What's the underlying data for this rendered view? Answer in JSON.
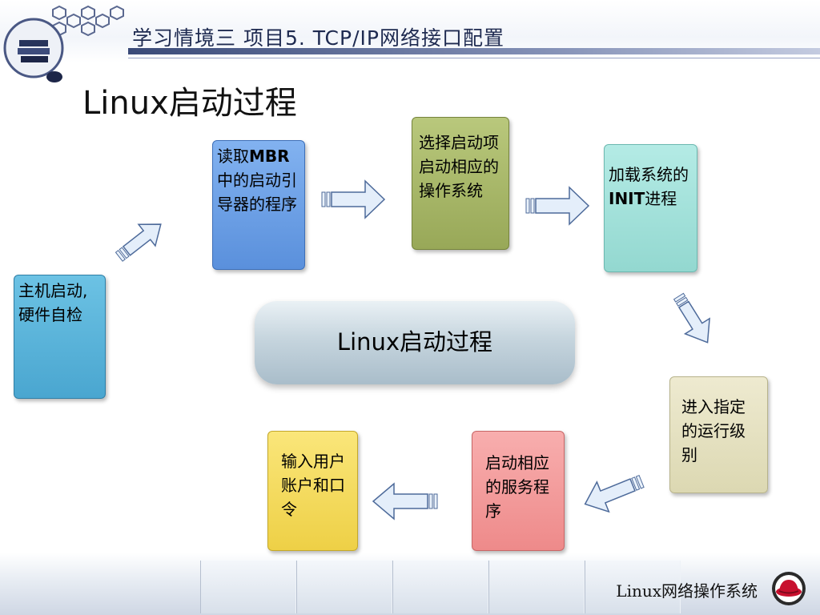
{
  "header": {
    "title": "学习情境三 项目5. TCP/IP网络接口配置"
  },
  "slide": {
    "title": "Linux启动过程"
  },
  "footer": {
    "text": "Linux网络操作系统"
  },
  "colors": {
    "blue": "#5ab2d8",
    "indigo": "#6aa0e6",
    "olive": "#aab86c",
    "teal": "#a8e2dc",
    "beige": "#e6e2c2",
    "pink": "#f49a9a",
    "yellow": "#f6dc5c"
  },
  "diagram": {
    "center": {
      "text": "Linux启动过程"
    },
    "steps": [
      {
        "pre": "主机启动,硬件自检",
        "bold": "",
        "post": ""
      },
      {
        "pre": "读取",
        "bold": "MBR",
        "post": "中的启动引导器的程序"
      },
      {
        "pre": "选择启动项启动相应的操作系统",
        "bold": "",
        "post": ""
      },
      {
        "pre": "加载系统的",
        "bold": "INIT",
        "post": "进程"
      },
      {
        "pre": "进入指定的运行级别",
        "bold": "",
        "post": ""
      },
      {
        "pre": "启动相应的服务程序",
        "bold": "",
        "post": ""
      },
      {
        "pre": "输入用户账户和口令",
        "bold": "",
        "post": ""
      }
    ]
  }
}
